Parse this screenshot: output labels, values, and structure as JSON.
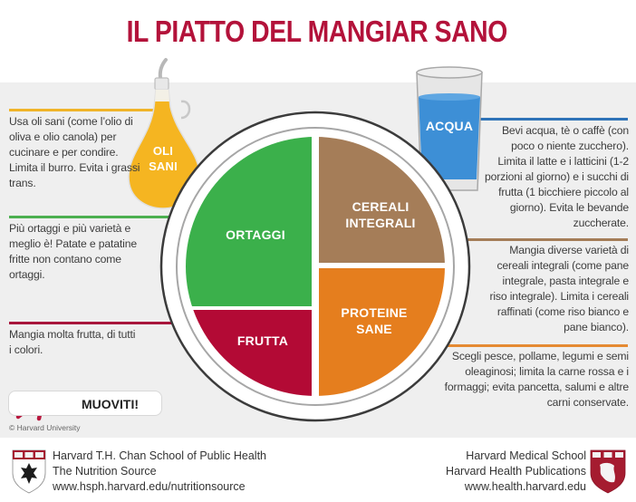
{
  "title": "IL PIATTO DEL MANGIAR SANO",
  "colors": {
    "title": "#b3123a",
    "oils": "#f5b521",
    "water": "#3d8fd6",
    "vegetables": "#3bb04b",
    "fruits": "#b30a35",
    "grains": "#a57d58",
    "protein": "#e57e1e",
    "band": "#efefef"
  },
  "left_notes": [
    {
      "id": "oils",
      "text": "Usa oli sani (come l’olio di oliva e olio canola) per cucinare e per condire. Limita il burro. Evita i grassi trans."
    },
    {
      "id": "vegetables",
      "text": "Più ortaggi e più varietà e meglio è! Patate e patatine fritte non contano come ortaggi."
    },
    {
      "id": "fruits",
      "text": "Mangia molta frutta, di tutti i colori."
    }
  ],
  "right_notes": [
    {
      "id": "water",
      "text": "Bevi acqua, tè o caffè (con poco o niente zucchero). Limita il latte e i latticini (1-2 porzioni al giorno) e i succhi di frutta (1 bicchiere piccolo al giorno). Evita le bevande zuccherate."
    },
    {
      "id": "grains",
      "text": "Mangia diverse varietà di cereali integrali (come pane integrale, pasta integrale e riso integrale). Limita i cereali raffinati (come riso bianco e pane bianco)."
    },
    {
      "id": "protein",
      "text": "Scegli pesce, pollame, legumi e semi oleaginosi; limita la carne rossa e i formaggi; evita pancetta, salumi e altre carni conservate."
    }
  ],
  "plate": {
    "vegetables": "ORTAGGI",
    "fruits": "FRUTTA",
    "grains_1": "CEREALI",
    "grains_2": "INTEGRALI",
    "protein_1": "PROTEINE",
    "protein_2": "SANE"
  },
  "bottle": {
    "line1": "OLI",
    "line2": "SANI"
  },
  "glass": {
    "label": "ACQUA"
  },
  "move_button": {
    "label": "MUOVITI!",
    "icon": "running-person-icon"
  },
  "copyright": "© Harvard University",
  "footer_left": {
    "line1": "Harvard T.H. Chan School of Public Health",
    "line2": "The Nutrition Source",
    "line3": "www.hsph.harvard.edu/nutritionsource",
    "icon": "harvard-chan-shield-icon"
  },
  "footer_right": {
    "line1": "Harvard Medical School",
    "line2": "Harvard Health Publications",
    "line3": "www.health.harvard.edu",
    "icon": "harvard-medical-shield-icon"
  }
}
